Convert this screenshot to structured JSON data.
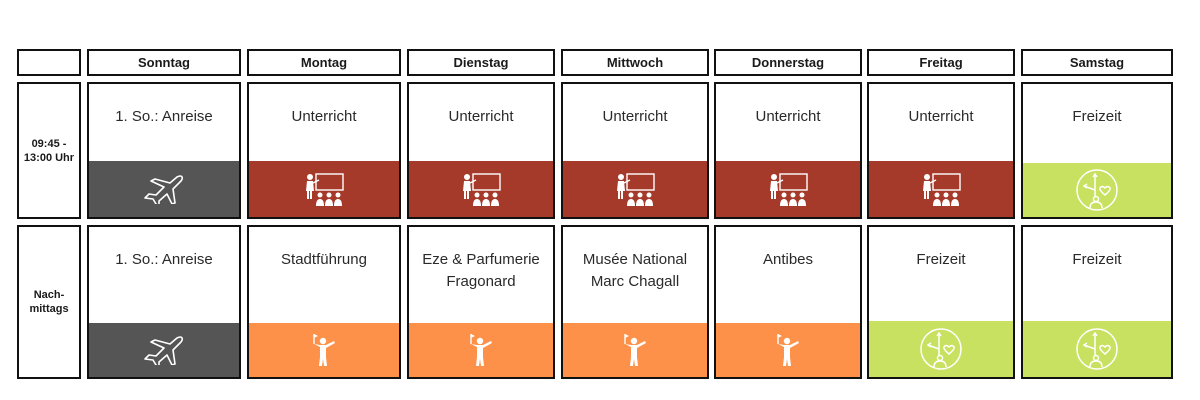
{
  "colors": {
    "arrival": "#555555",
    "lesson": "#a53a2b",
    "excursion": "#fd9149",
    "freetime": "#c8e160",
    "border": "#111111"
  },
  "days": [
    "Sonntag",
    "Montag",
    "Dienstag",
    "Mittwoch",
    "Donnerstag",
    "Freitag",
    "Samstag"
  ],
  "time_slots": [
    {
      "label": "09:45 - 13:00 Uhr",
      "cells": [
        {
          "text": "1. So.: Anreise",
          "type": "arrival",
          "icon": "airplane-icon"
        },
        {
          "text": "Unterricht",
          "type": "lesson",
          "icon": "classroom-icon"
        },
        {
          "text": "Unterricht",
          "type": "lesson",
          "icon": "classroom-icon"
        },
        {
          "text": "Unterricht",
          "type": "lesson",
          "icon": "classroom-icon"
        },
        {
          "text": "Unterricht",
          "type": "lesson",
          "icon": "classroom-icon"
        },
        {
          "text": "Unterricht",
          "type": "lesson",
          "icon": "classroom-icon"
        },
        {
          "text": "Freizeit",
          "type": "freetime",
          "icon": "leisure-icon"
        }
      ]
    },
    {
      "label": "Nach-mittags",
      "cells": [
        {
          "text": "1. So.: Anreise",
          "type": "arrival",
          "icon": "airplane-icon"
        },
        {
          "text": "Stadtführung",
          "type": "excursion",
          "icon": "tour-guide-icon"
        },
        {
          "text": "Eze & Parfumerie Fragonard",
          "type": "excursion",
          "icon": "tour-guide-icon"
        },
        {
          "text": "Musée National Marc Chagall",
          "type": "excursion",
          "icon": "tour-guide-icon"
        },
        {
          "text": "Antibes",
          "type": "excursion",
          "icon": "tour-guide-icon"
        },
        {
          "text": "Freizeit",
          "type": "freetime",
          "icon": "leisure-icon"
        },
        {
          "text": "Freizeit",
          "type": "freetime",
          "icon": "leisure-icon"
        }
      ]
    }
  ]
}
